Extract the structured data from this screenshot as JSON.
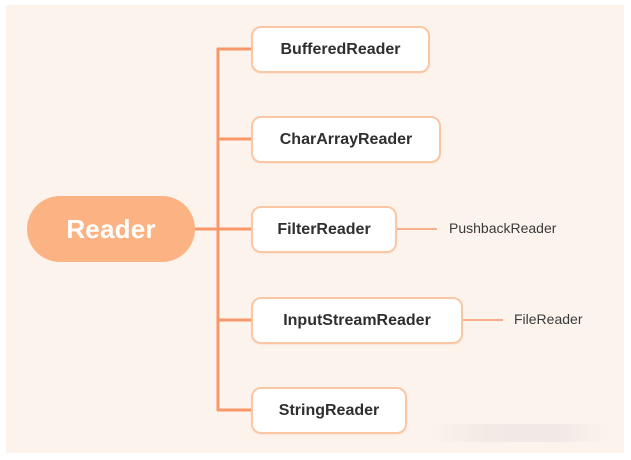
{
  "diagram": {
    "root": {
      "label": "Reader"
    },
    "children": [
      {
        "label": "BufferedReader"
      },
      {
        "label": "CharArrayReader"
      },
      {
        "label": "FilterReader",
        "child": "PushbackReader"
      },
      {
        "label": "InputStreamReader",
        "child": "FileReader"
      },
      {
        "label": "StringReader"
      }
    ]
  },
  "colors": {
    "background": "#fcf3ec",
    "root_fill": "#fcb384",
    "connector": "#f6986a",
    "node_border": "#f9c7a3",
    "node_fill": "#ffffff"
  }
}
